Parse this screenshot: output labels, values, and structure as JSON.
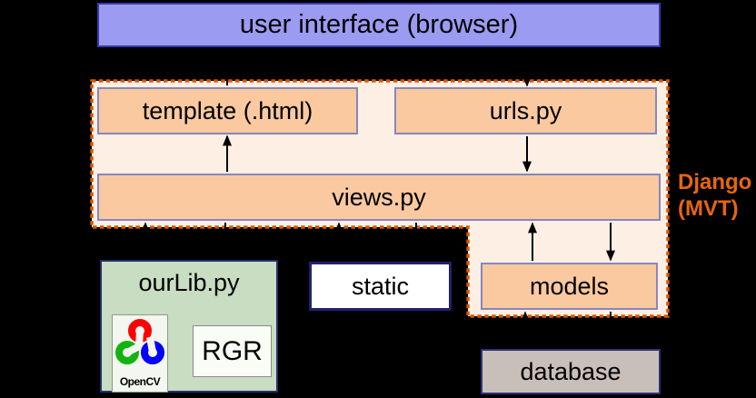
{
  "canvas": {
    "background": "#000000"
  },
  "nodes": {
    "user_interface": {
      "label": "user interface (browser)",
      "fill": "#9b9bf2"
    },
    "template": {
      "label": "template (.html)",
      "fill": "#fac9a0"
    },
    "urls": {
      "label": "urls.py",
      "fill": "#fac9a0"
    },
    "views": {
      "label": "views.py",
      "fill": "#fac9a0"
    },
    "models": {
      "label": "models",
      "fill": "#fac9a0"
    },
    "ourlib": {
      "label": "ourLib.py",
      "fill": "#c8ddc1"
    },
    "opencv_logo": {
      "label": "OpenCV",
      "ring_colors": [
        "#ff0000",
        "#12b412",
        "#0000ff"
      ]
    },
    "rgr": {
      "label": "RGR",
      "fill": "#fafdf6"
    },
    "static": {
      "label": "static",
      "fill": "#ffffff"
    },
    "database": {
      "label": "database",
      "fill": "#c9bfb9"
    }
  },
  "django_region": {
    "label_line1": "Django",
    "label_line2": "(MVT)",
    "label_color": "#e8650f",
    "fill": "#fdefe4",
    "dash_color": "#d95700"
  },
  "arrows": [
    {
      "from": "template",
      "to": "user_interface"
    },
    {
      "from": "user_interface",
      "to": "urls"
    },
    {
      "from": "urls",
      "to": "views"
    },
    {
      "from": "views",
      "to": "template"
    },
    {
      "from": "models",
      "to": "views"
    },
    {
      "from": "views",
      "to": "models"
    },
    {
      "from": "database",
      "to": "models"
    },
    {
      "from": "models",
      "to": "database"
    },
    {
      "from": "ourlib",
      "to": "views"
    },
    {
      "from": "views",
      "to": "ourlib"
    },
    {
      "from": "static",
      "to": "views"
    },
    {
      "from": "views",
      "to": "static"
    }
  ]
}
